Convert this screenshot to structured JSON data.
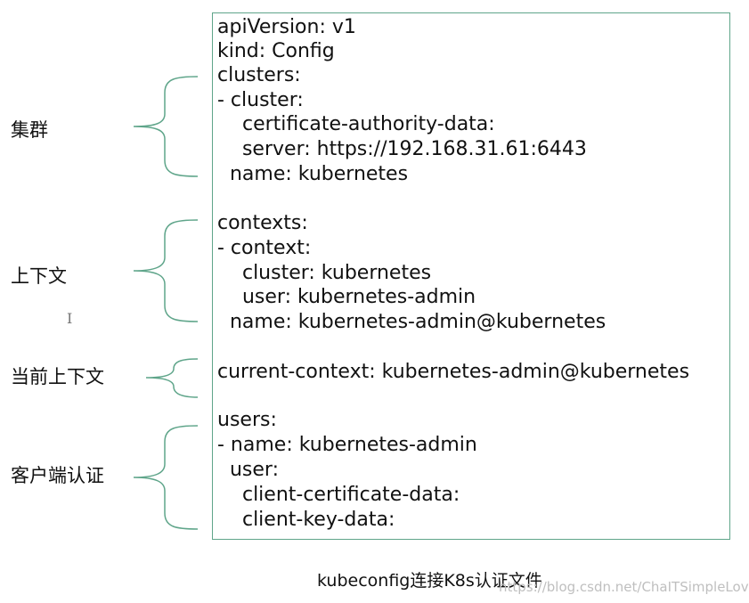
{
  "code_lines": [
    "apiVersion: v1",
    "kind: Config",
    "clusters:",
    "- cluster:",
    "    certificate-authority-data:",
    "    server: https://192.168.31.61:6443",
    "  name: kubernetes",
    "contexts:",
    "- context:",
    "    cluster: kubernetes",
    "    user: kubernetes-admin",
    "  name: kubernetes-admin@kubernetes",
    "current-context: kubernetes-admin@kubernetes",
    "users:",
    "- name: kubernetes-admin",
    "  user:",
    "    client-certificate-data:",
    "    client-key-data:"
  ],
  "labels": {
    "clusters": "集群",
    "contexts": "上下文",
    "current_context": "当前上下文",
    "users": "客户端认证"
  },
  "caption": "kubeconfig连接K8s认证文件",
  "watermark": "https://blog.csdn.net/ChaITSimpleLove",
  "cursor_glyph": "I",
  "colors": {
    "border": "#5fa58a",
    "brace": "#5fa58a",
    "text": "#111111",
    "watermark": "#bfbfbf"
  }
}
